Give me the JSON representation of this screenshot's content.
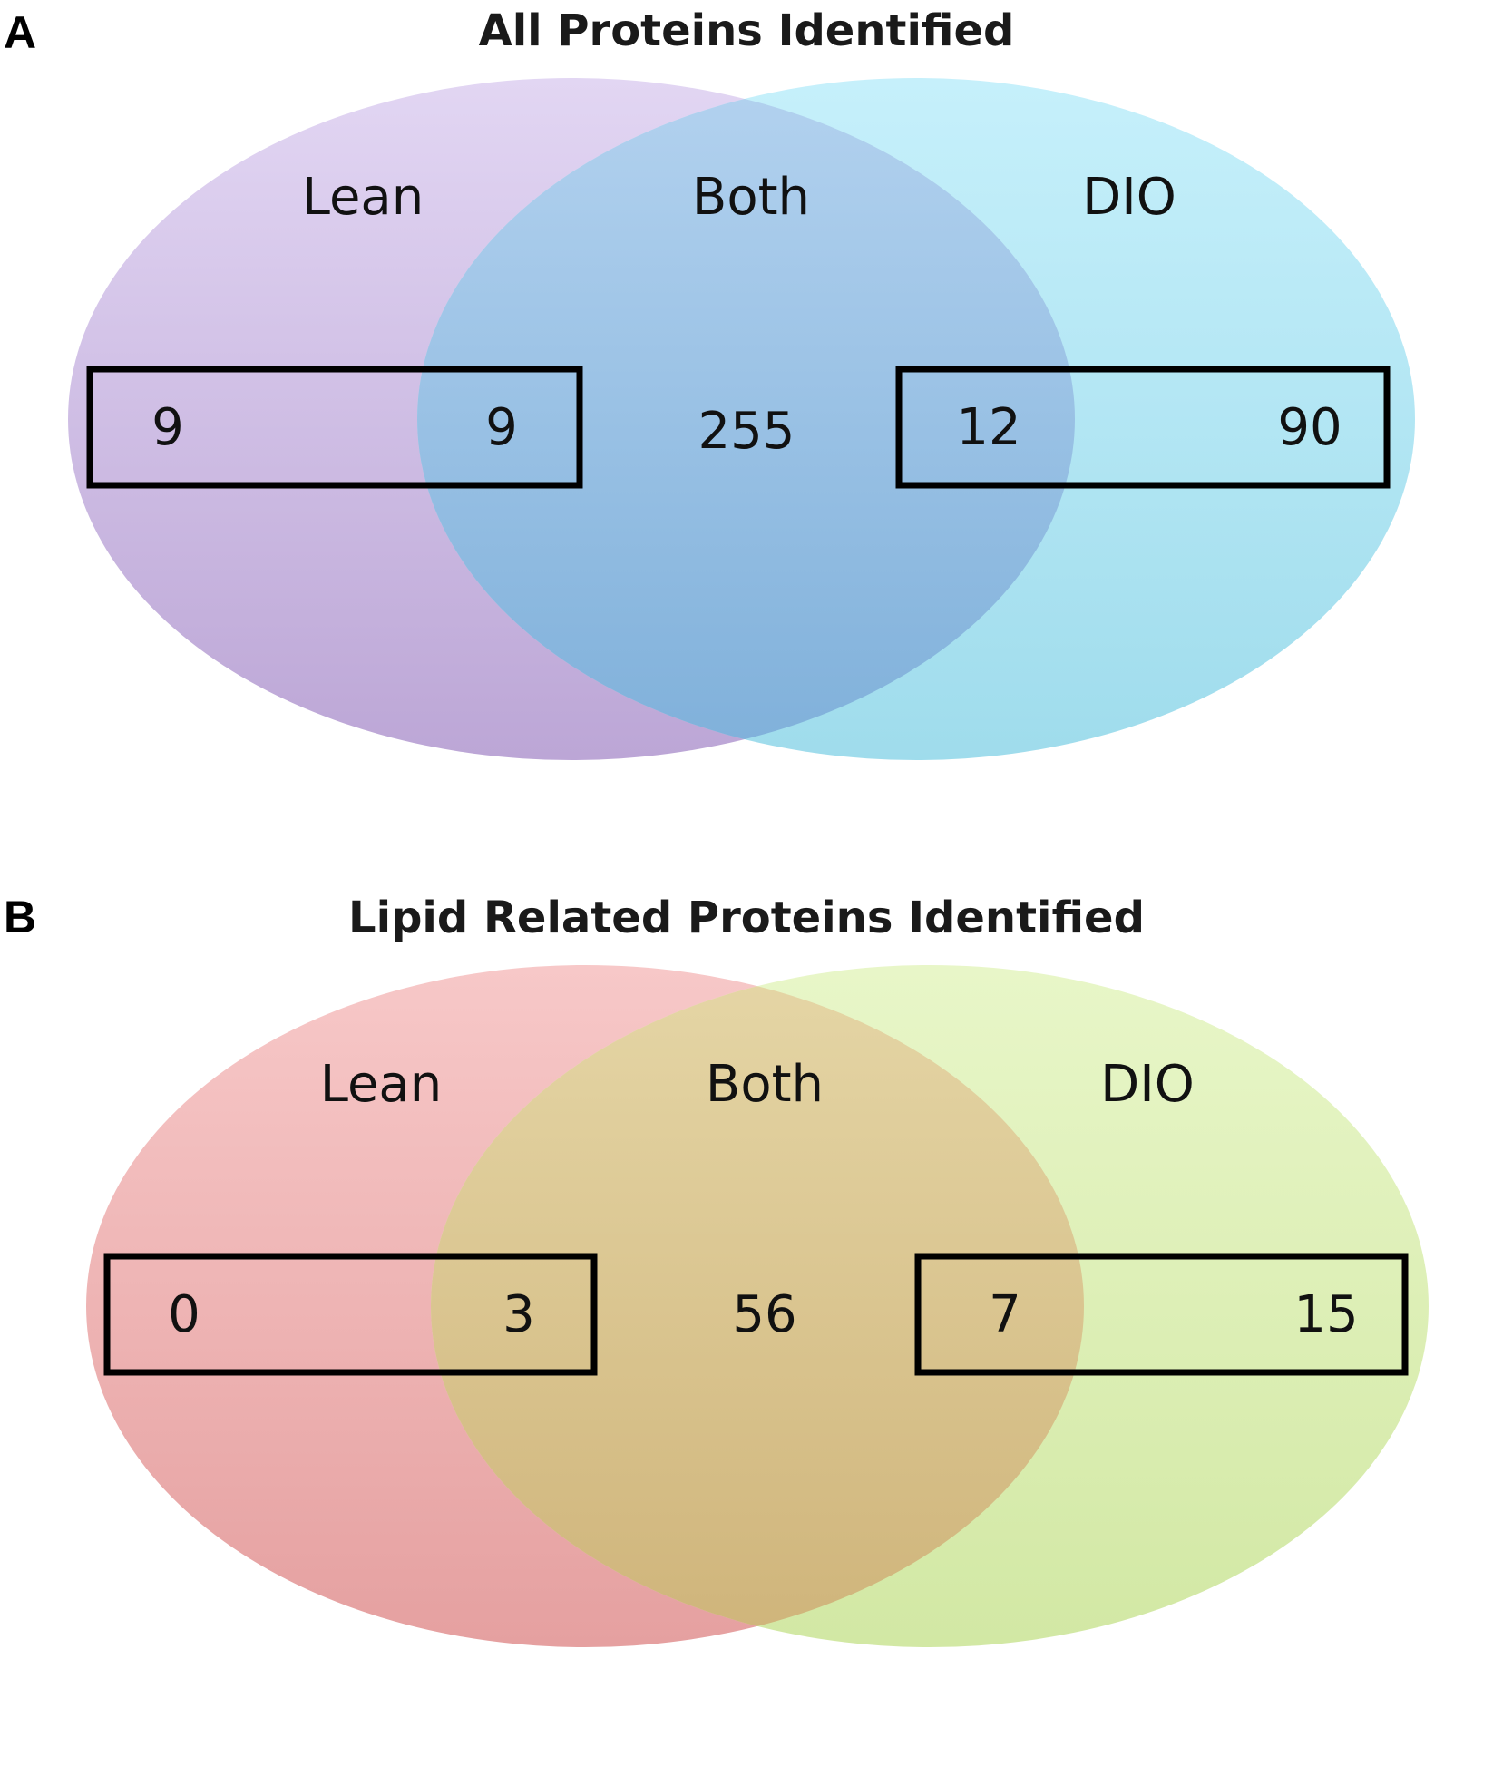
{
  "panels": [
    {
      "letter": "A",
      "title": "All Proteins Identified",
      "labels": {
        "left": "Lean",
        "center": "Both",
        "right": "DIO"
      },
      "counts": {
        "left_only": "9",
        "left_overlap": "9",
        "both": "255",
        "right_overlap": "12",
        "right_only": "90"
      },
      "colors": {
        "left_top": "#e2d6f3",
        "left_bottom": "#bca6d6",
        "right_top": "#c6f0fb",
        "right_bottom": "#9fdcec",
        "overlap_top": "#b3d2ef",
        "overlap_bottom": "#7fb0da"
      }
    },
    {
      "letter": "B",
      "title": "Lipid Related Proteins Identified",
      "labels": {
        "left": "Lean",
        "center": "Both",
        "right": "DIO"
      },
      "counts": {
        "left_only": "0",
        "left_overlap": "3",
        "both": "56",
        "right_overlap": "7",
        "right_only": "15"
      },
      "colors": {
        "left_top": "#f7c8c8",
        "left_bottom": "#e5a0a0",
        "right_top": "#e8f6c8",
        "right_bottom": "#d2e8a4",
        "overlap_top": "#e5d6a6",
        "overlap_bottom": "#cfb47a"
      }
    }
  ]
}
